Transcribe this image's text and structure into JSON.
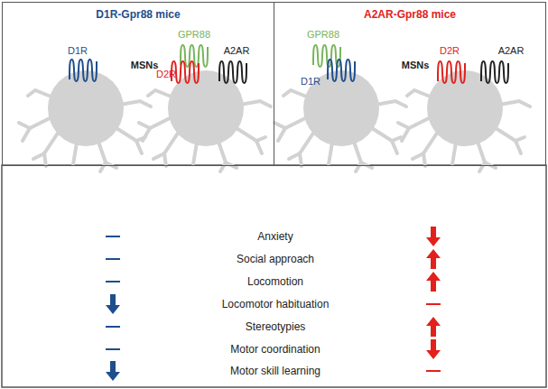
{
  "diagram": {
    "nodes": [
      {
        "text": [
          "D1R-Gpr88 mice"
        ]
      },
      {
        "text": [
          "A2AR-Gpr88 mice"
        ]
      }
    ],
    "labels": [
      "D1R",
      "MSNs",
      "GPR88",
      "D2R",
      "A2AR",
      "GPR88",
      "D1R",
      "MSNs",
      "D2R",
      "A2AR",
      "Anxiety",
      "Social approach",
      "Locomotion",
      "Locomotor habituation",
      "Stereotypies",
      "Motor coordination",
      "Motor skill learning"
    ]
  }
}
